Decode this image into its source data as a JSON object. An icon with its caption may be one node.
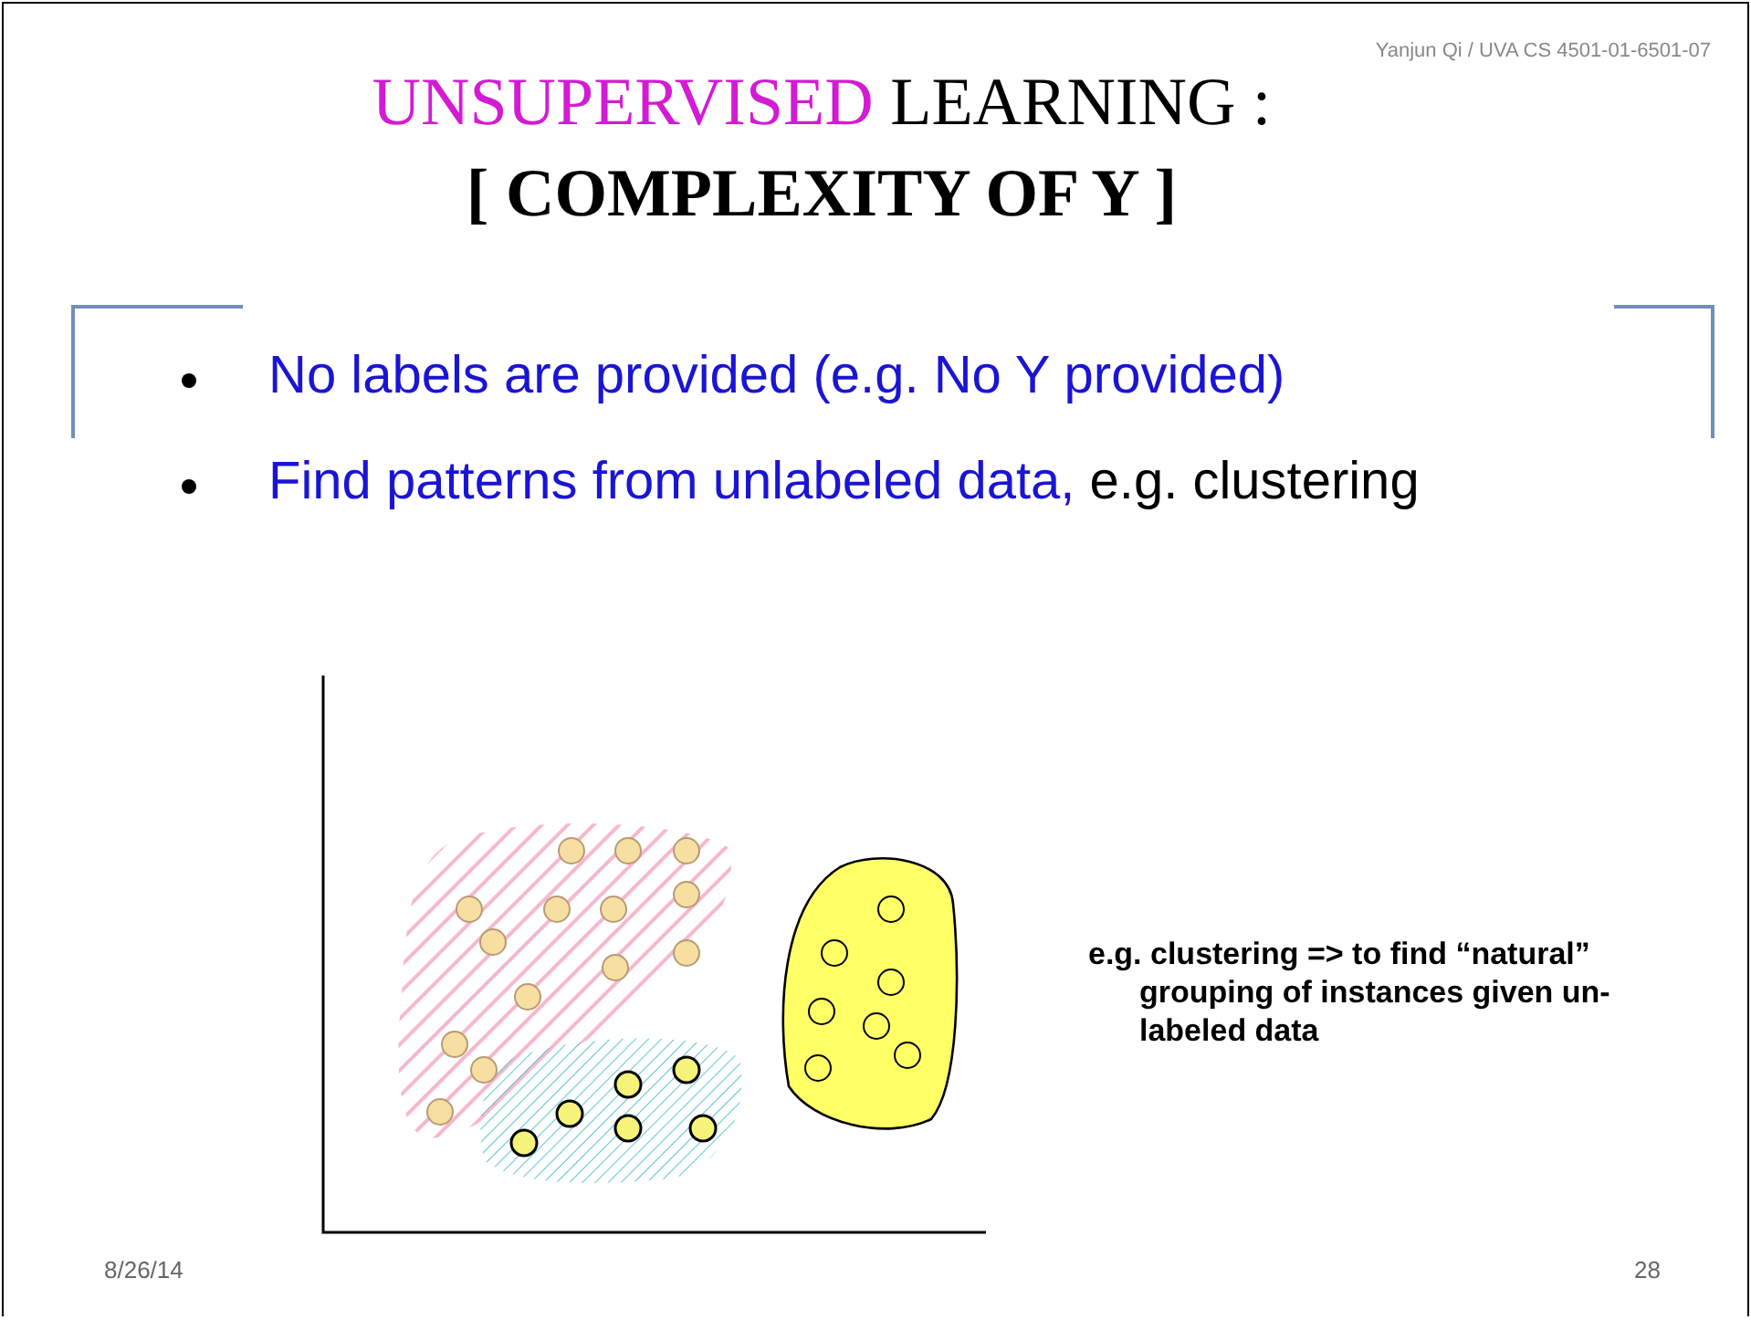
{
  "diagram": {
    "title": "UNSUPERVISED LEARNING : [ COMPLEXITY OF Y ]",
    "labels": [
      "Yanjun Qi / UVA CS 4501-01-6501-07",
      "No labels are provided (e.g. No Y provided)",
      "Find patterns from unlabeled data, e.g. clustering",
      "e.g. clustering => to find “natural” grouping of instances given un-labeled data",
      "8/26/14",
      "28"
    ]
  }
}
